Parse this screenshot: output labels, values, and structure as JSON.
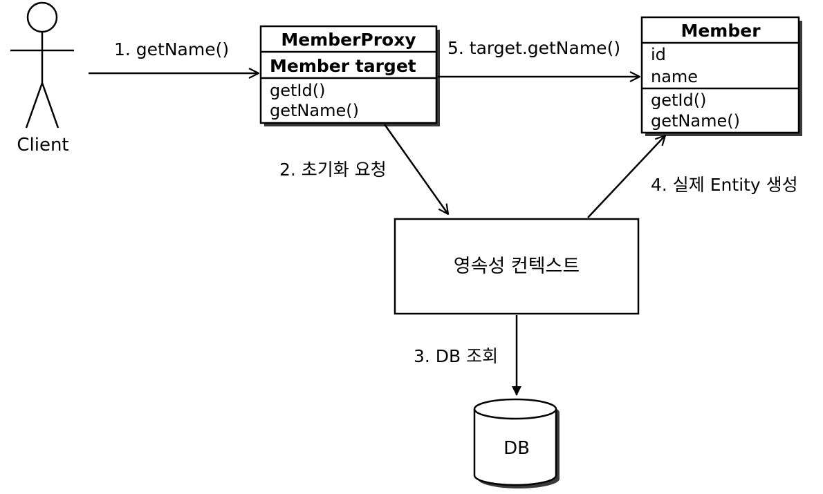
{
  "actor": {
    "label": "Client"
  },
  "proxy_class": {
    "name": "MemberProxy",
    "fields": [
      "Member target"
    ],
    "methods": [
      "getId()",
      "getName()"
    ]
  },
  "member_class": {
    "name": "Member",
    "fields": [
      "id",
      "name"
    ],
    "methods": [
      "getId()",
      "getName()"
    ]
  },
  "persistence_context": {
    "label": "영속성 컨텍스트"
  },
  "database": {
    "label": "DB"
  },
  "steps": {
    "step1": "1. getName()",
    "step2": "2. 초기화 요청",
    "step3": "3. DB 조회",
    "step4": "4. 실제 Entity 생성",
    "step5": "5. target.getName()"
  }
}
